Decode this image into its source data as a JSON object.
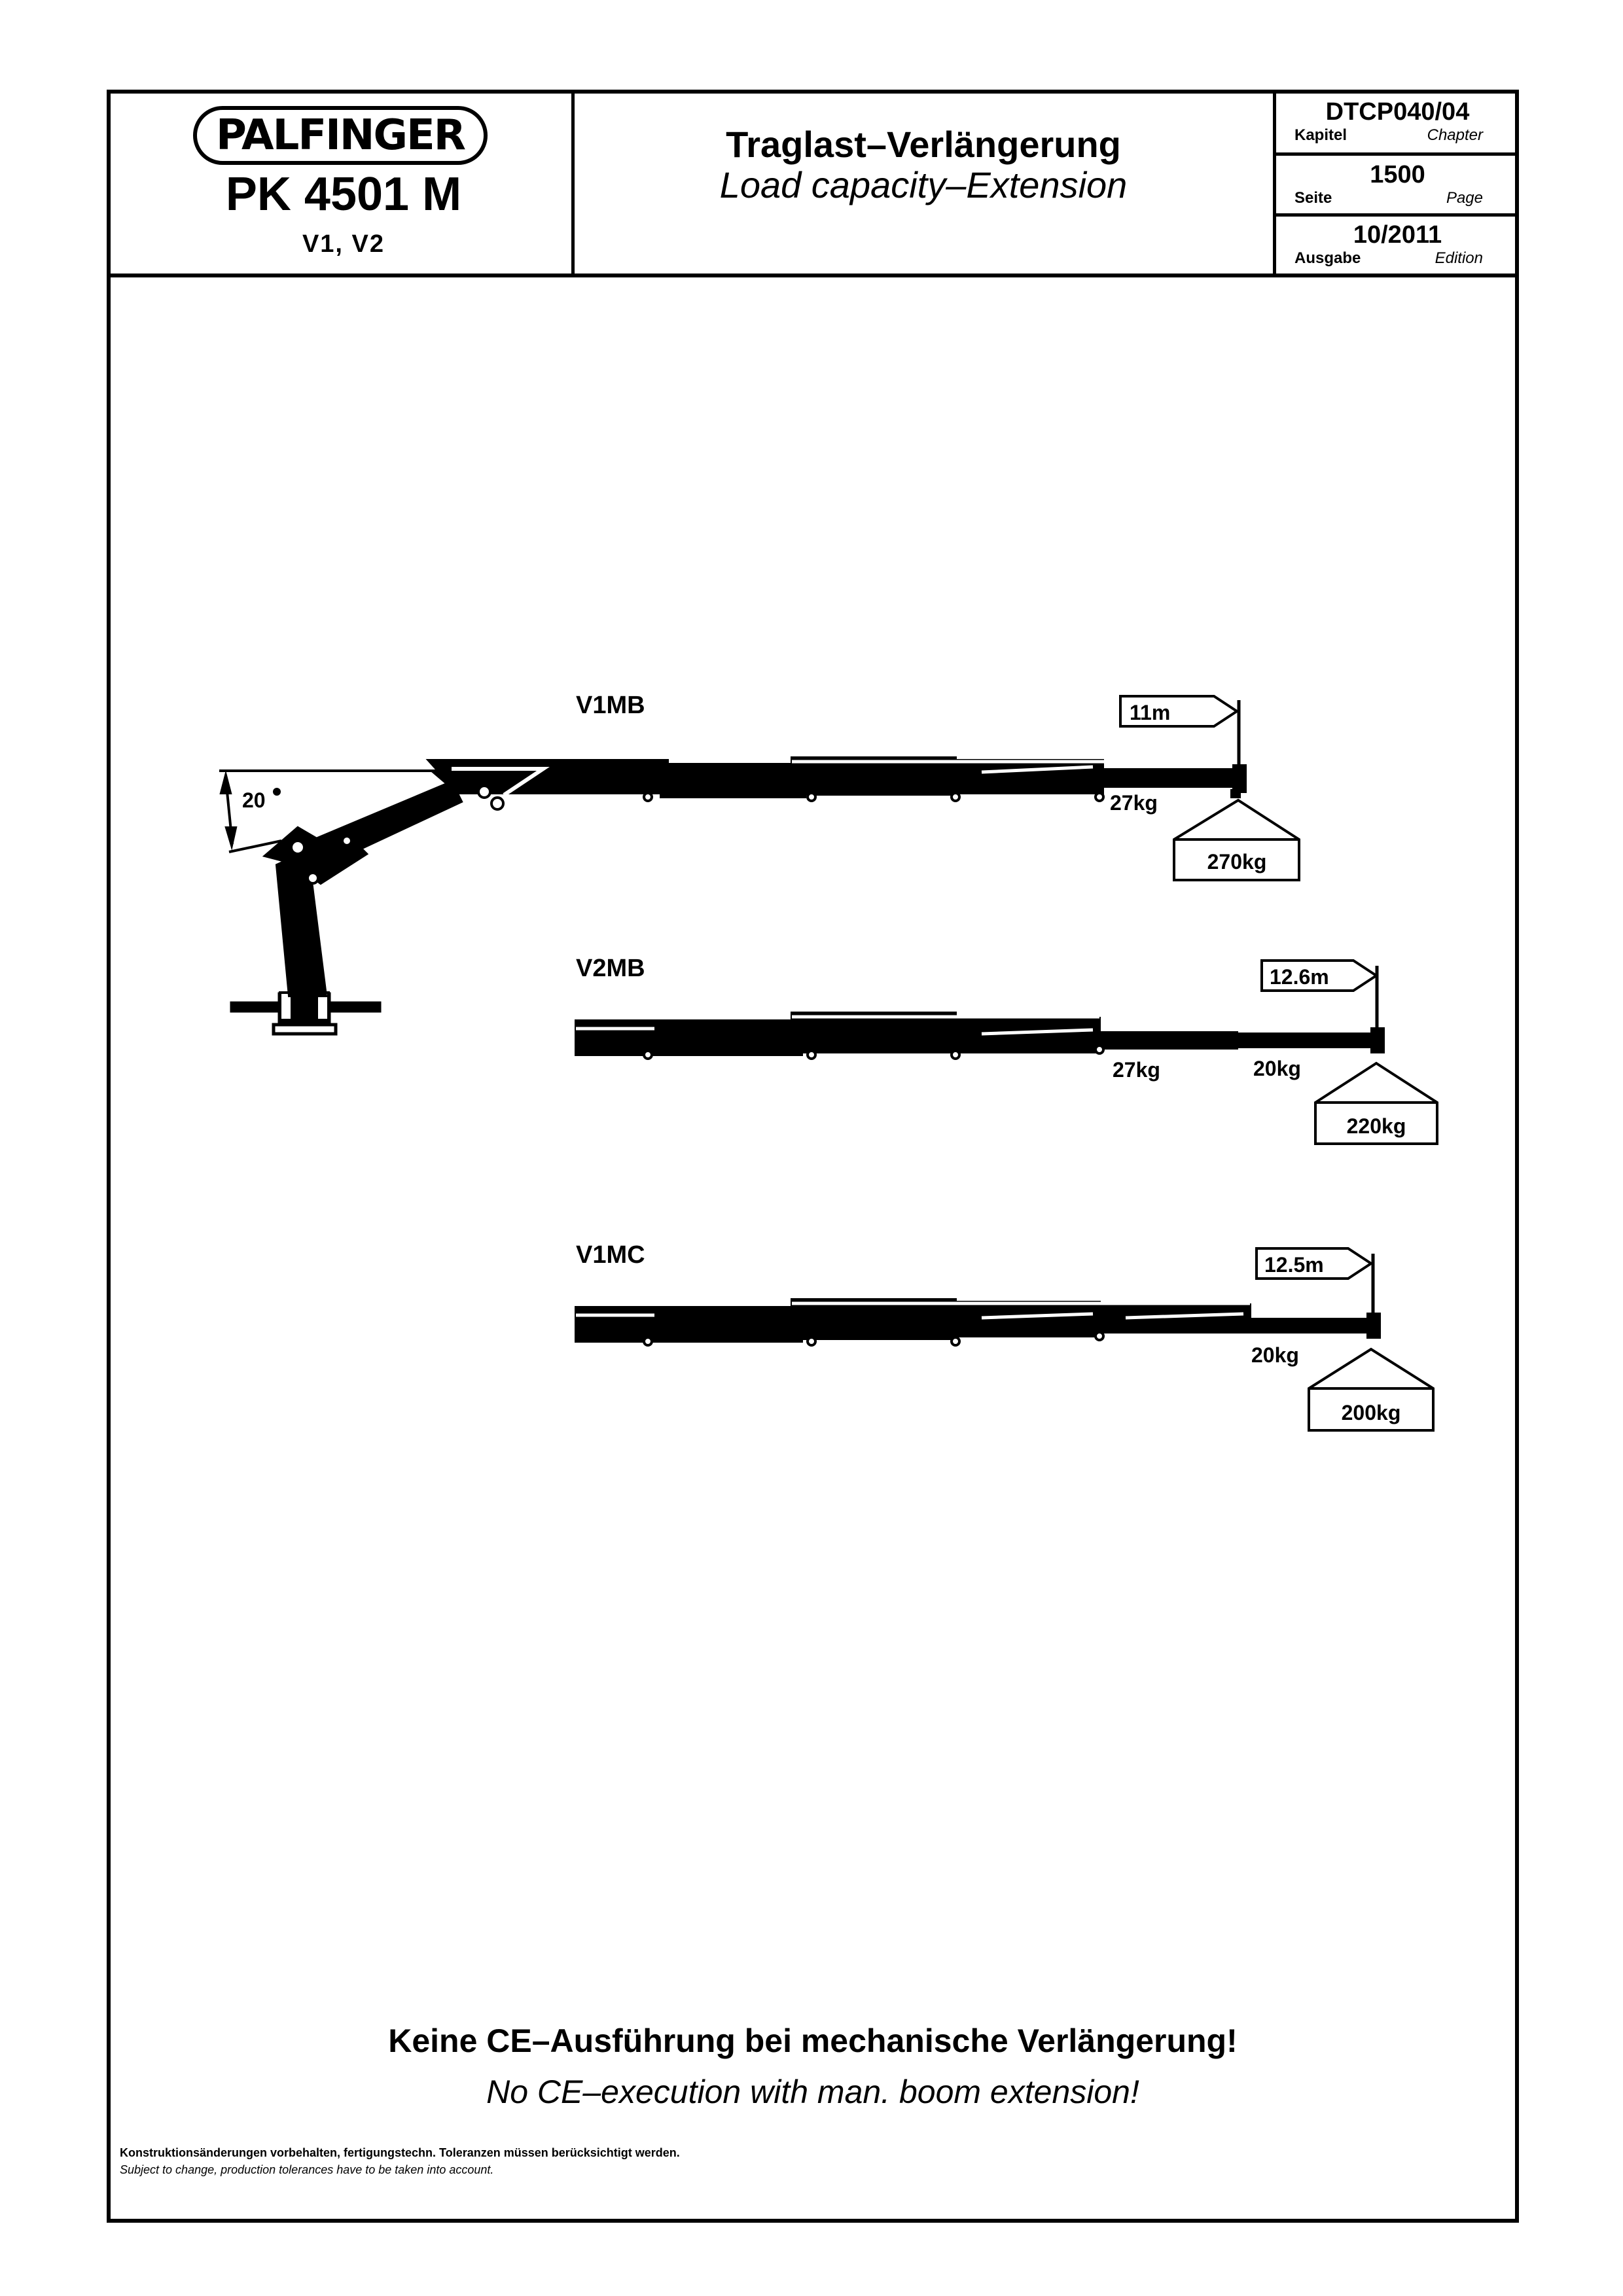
{
  "header": {
    "logo_text": "PALFINGER",
    "model": "PK 4501 M",
    "variants": "V1, V2",
    "title_de": "Traglast–Verlängerung",
    "title_en": "Load capacity–Extension",
    "chapter": {
      "value": "DTCP040/04",
      "label_de": "Kapitel",
      "label_en": "Chapter"
    },
    "page": {
      "value": "1500",
      "label_de": "Seite",
      "label_en": "Page"
    },
    "edition": {
      "value": "10/2011",
      "label_de": "Ausgabe",
      "label_en": "Edition"
    }
  },
  "diagram": {
    "angle_label": "20",
    "configs": [
      {
        "name": "V1MB",
        "reach": "11m",
        "weights": [
          "27kg"
        ],
        "load": "270kg"
      },
      {
        "name": "V2MB",
        "reach": "12.6m",
        "weights": [
          "27kg",
          "20kg"
        ],
        "load": "220kg"
      },
      {
        "name": "V1MC",
        "reach": "12.5m",
        "weights": [
          "20kg"
        ],
        "load": "200kg"
      }
    ]
  },
  "footer": {
    "warning_de": "Keine CE–Ausführung bei mechanische Verlängerung!",
    "warning_en": "No CE–execution with man. boom extension!",
    "disclaimer_de": "Konstruktionsänderungen vorbehalten, fertigungstechn. Toleranzen müssen berücksichtigt werden.",
    "disclaimer_en": "Subject to change, production tolerances have to be taken into account."
  }
}
